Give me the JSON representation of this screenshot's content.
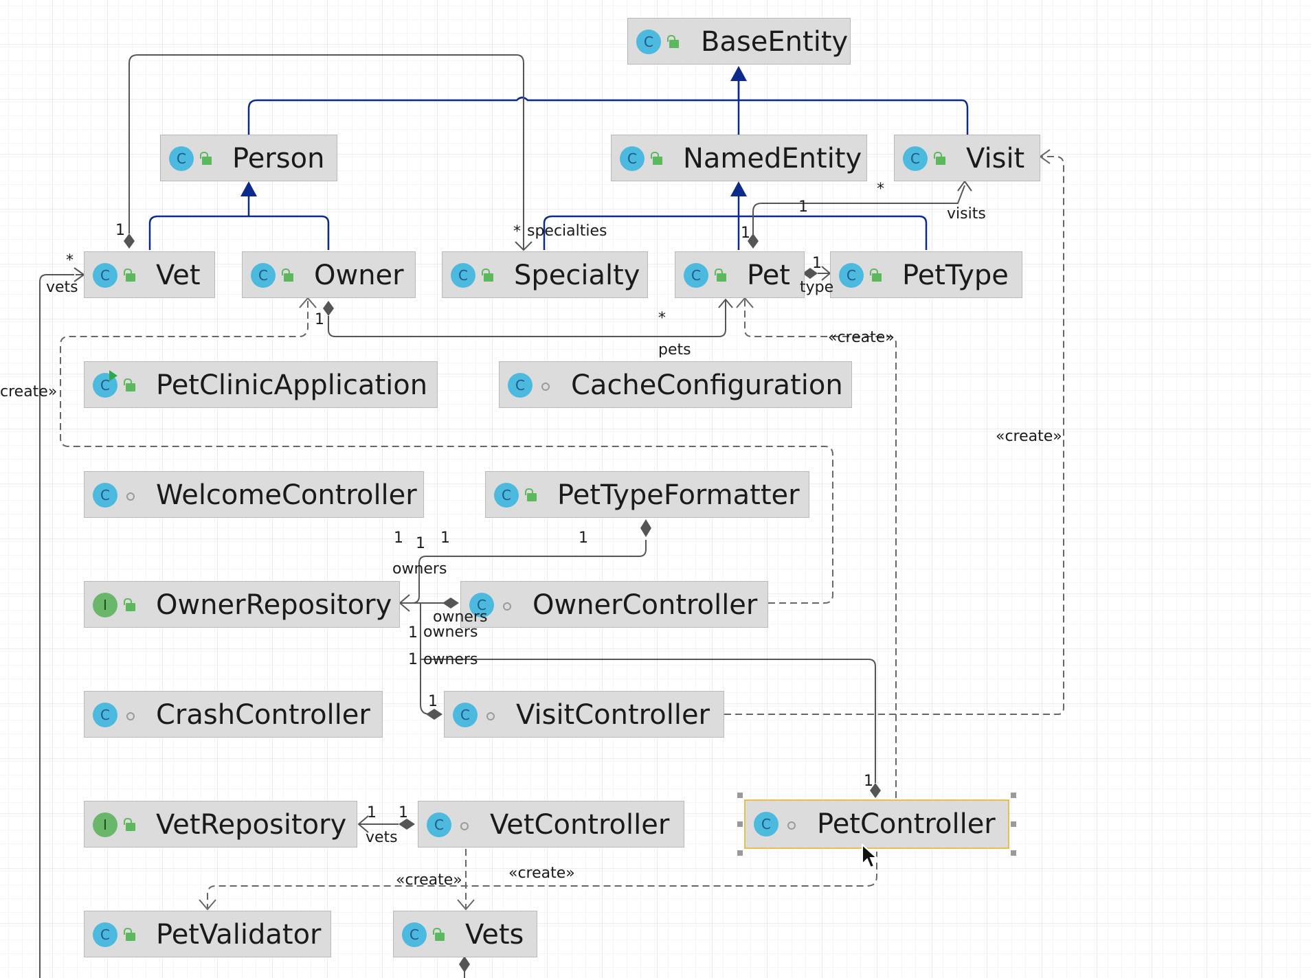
{
  "diagram": {
    "classes": {
      "base_entity": "BaseEntity",
      "person": "Person",
      "named_entity": "NamedEntity",
      "visit": "Visit",
      "vet": "Vet",
      "owner": "Owner",
      "specialty": "Specialty",
      "pet": "Pet",
      "pet_type": "PetType",
      "pet_clinic_application": "PetClinicApplication",
      "cache_configuration": "CacheConfiguration",
      "welcome_controller": "WelcomeController",
      "pet_type_formatter": "PetTypeFormatter",
      "owner_repository": "OwnerRepository",
      "owner_controller": "OwnerController",
      "crash_controller": "CrashController",
      "visit_controller": "VisitController",
      "vet_repository": "VetRepository",
      "vet_controller": "VetController",
      "pet_controller": "PetController",
      "pet_validator": "PetValidator",
      "vets": "Vets"
    },
    "badges": {
      "class": "C",
      "interface": "I"
    },
    "edge_labels": {
      "one": "1",
      "many": "*",
      "vets": "vets",
      "specialties": "specialties",
      "visits": "visits",
      "type": "type",
      "pets": "pets",
      "owners": "owners",
      "create": "«create»",
      "create_cut": "create»"
    },
    "colors": {
      "inheritance": "#0b2a8a",
      "association": "#555555",
      "dependency": "#666666",
      "node_fill": "#dcdcdc",
      "class_badge": "#4cb9df",
      "interface_badge": "#6ab66a",
      "selection": "#e8c04a"
    },
    "icons": [
      "class-icon",
      "interface-icon",
      "public-icon",
      "package-private-icon",
      "run-icon",
      "mouse-cursor-icon"
    ]
  }
}
